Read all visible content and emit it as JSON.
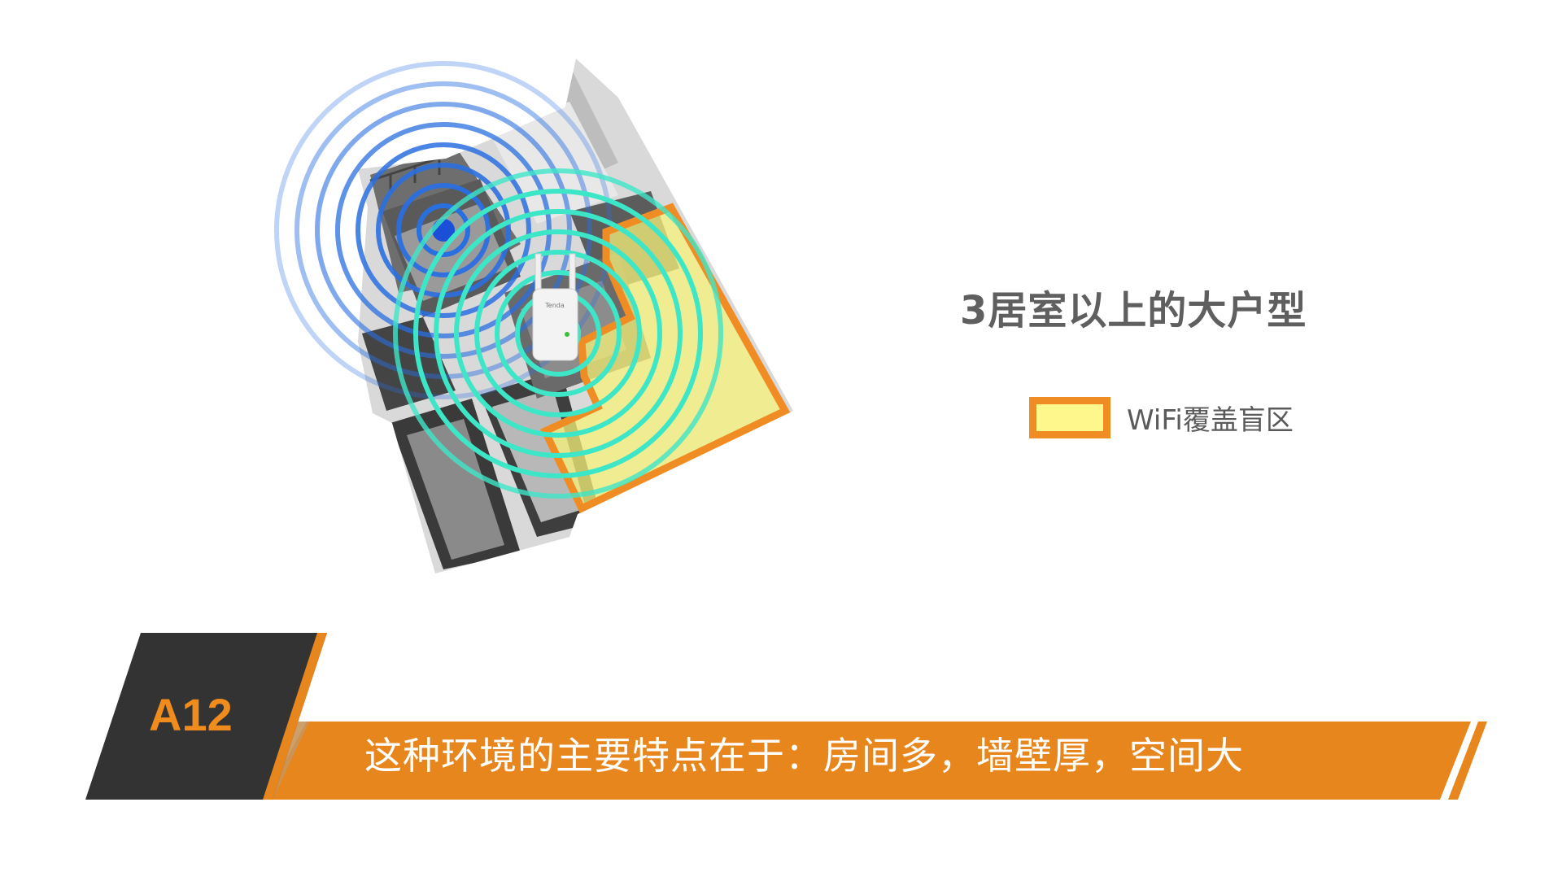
{
  "slide": {
    "title": "3居室以上的大户型",
    "legend": {
      "label": "WiFi覆盖盲区",
      "swatch_fill": "#fef78c",
      "swatch_border": "#f08c24"
    },
    "badge": {
      "label": "A12",
      "bg_color": "#333333",
      "text_color": "#f08c1e"
    },
    "caption": {
      "text": "这种环境的主要特点在于：房间多，墙壁厚，空间大",
      "bg_color": "#e8861e"
    },
    "illustration": {
      "router_brand": "Tenda",
      "router_signal_color": "#2a6fe0",
      "extender_signal_color": "#3ee6c8",
      "dead_zone_fill": "#f6f27a",
      "dead_zone_border": "#f08c24"
    }
  }
}
